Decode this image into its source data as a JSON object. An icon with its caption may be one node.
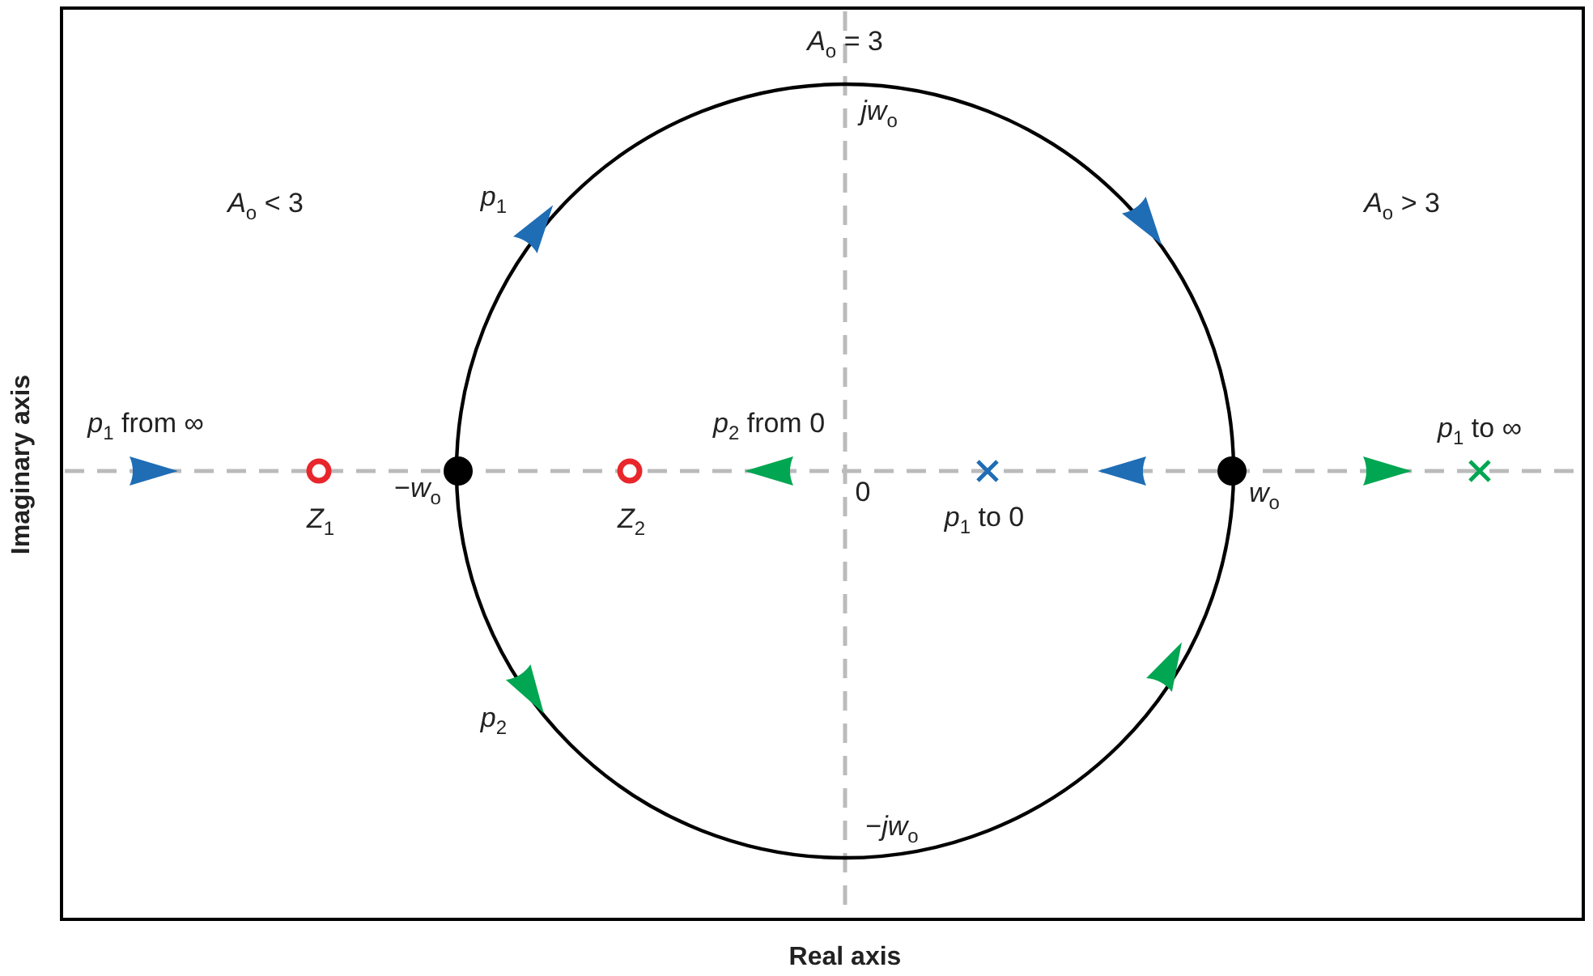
{
  "diagram": {
    "labels": [
      "*A*$_{o}$ = 3",
      "*jw*$_{o}$",
      "*A*$_{o}$ < 3",
      "*p*$_{1}$",
      "*A*$_{o}$ > 3",
      "*p*$_{1}$ from ∞",
      "*p*$_{2}$ from 0",
      "*p*$_{1}$ to ∞",
      "*Z*$_{1}$",
      "−*w*$_{o}$",
      "*Z*$_{2}$",
      "0",
      "*p*$_{1}$ to 0",
      "*w*$_{o}$",
      "*p*$_{2}$",
      "−*jw*$_{o}$",
      "Real axis",
      "Imaginary axis"
    ]
  }
}
